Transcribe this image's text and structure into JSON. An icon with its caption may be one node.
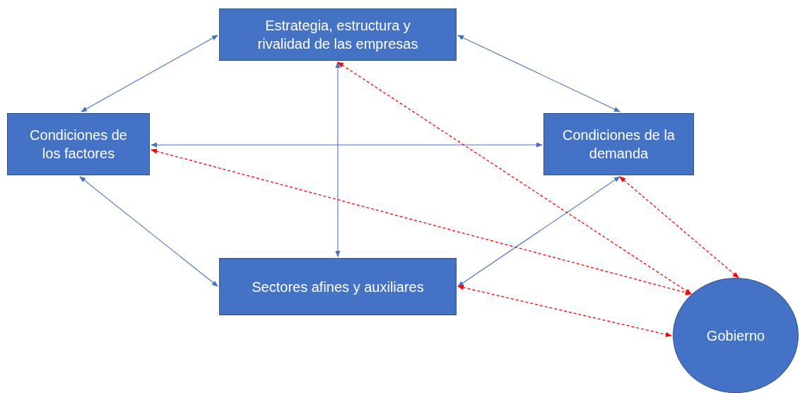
{
  "diagram": {
    "nodes": [
      {
        "text": [
          "Estrategia, estructura y rivalidad de las empresas"
        ]
      },
      {
        "text": [
          "Condiciones de los factores"
        ]
      },
      {
        "text": [
          "Condiciones de la demanda"
        ]
      },
      {
        "text": [
          "Sectores afines y auxiliares"
        ]
      },
      {
        "text": [
          "Gobierno"
        ]
      }
    ],
    "edges": [
      {
        "from": 0,
        "to": 1,
        "arrow": "both"
      },
      {
        "from": 0,
        "to": 2,
        "arrow": "both"
      },
      {
        "from": 0,
        "to": 3,
        "arrow": "both"
      },
      {
        "from": 1,
        "to": 2,
        "arrow": "both"
      },
      {
        "from": 1,
        "to": 3,
        "arrow": "both"
      },
      {
        "from": 2,
        "to": 3,
        "arrow": "both"
      },
      {
        "from": 0,
        "to": 4,
        "arrow": "both",
        "style": "dashed",
        "color": "#ff0000"
      },
      {
        "from": 1,
        "to": 4,
        "arrow": "both",
        "style": "dashed",
        "color": "#ff0000"
      },
      {
        "from": 2,
        "to": 4,
        "arrow": "both",
        "style": "dashed",
        "color": "#ff0000"
      },
      {
        "from": 3,
        "to": 4,
        "arrow": "both",
        "style": "dashed",
        "color": "#ff0000"
      }
    ]
  }
}
